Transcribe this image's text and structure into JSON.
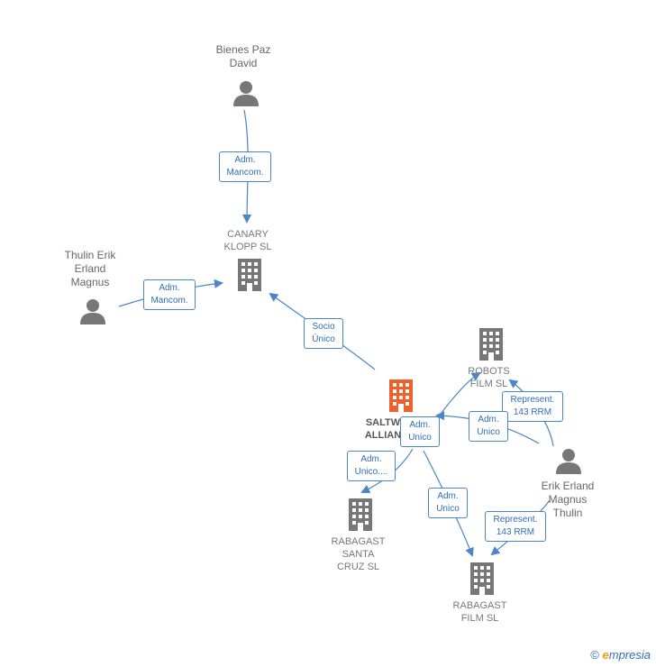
{
  "colors": {
    "edge": "#4a86c8",
    "person": "#777777",
    "company": "#777777",
    "focus": "#f0602a"
  },
  "nodes": {
    "bienes": {
      "label": "Bienes Paz\nDavid",
      "icon": "person-icon"
    },
    "thulin": {
      "label": "Thulin Erik\nErland\nMagnus",
      "icon": "person-icon"
    },
    "canary": {
      "label": "CANARY\nKLOPP  SL",
      "icon": "building-icon"
    },
    "saltw": {
      "label": "SALTW\nALLIAN",
      "icon": "building-icon"
    },
    "robots": {
      "label": "ROBOTS\nFILM  SL",
      "icon": "building-icon"
    },
    "erik": {
      "label": "Erik Erland\nMagnus\nThulin",
      "icon": "person-icon"
    },
    "santa": {
      "label": "RABAGAST\nSANTA\nCRUZ  SL",
      "icon": "building-icon"
    },
    "film": {
      "label": "RABAGAST\nFILM SL",
      "icon": "building-icon"
    }
  },
  "edges": {
    "e1": "Adm.\nMancom.",
    "e2": "Adm.\nMancom.",
    "e3": "Socio\nÚnico",
    "e4": "Adm.\nUnico",
    "e5": "Represent.\n143 RRM",
    "e6": "Adm.\nUnico",
    "e7": "Adm.\nUnico....",
    "e8": "Adm.\nUnico",
    "e9": "Represent.\n143 RRM"
  },
  "brand": {
    "symbol": "©",
    "initial": "e",
    "rest": "mpresia"
  }
}
